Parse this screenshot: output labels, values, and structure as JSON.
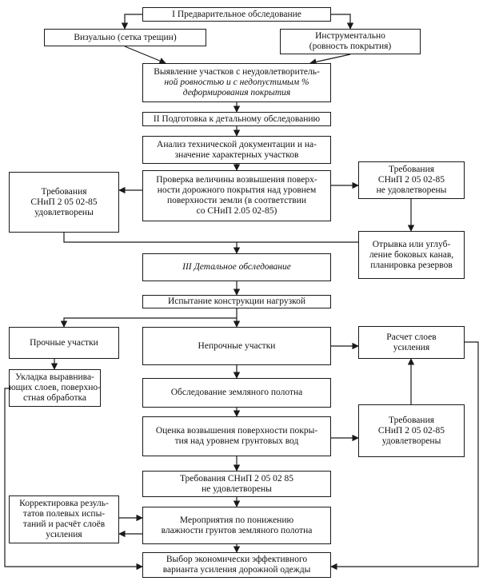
{
  "diagram": {
    "nodes": {
      "stage1": {
        "lines": [
          "I  Предварительное обследование"
        ]
      },
      "visual": {
        "lines": [
          "Визуально (сетка трещин)"
        ]
      },
      "instrumental": {
        "lines": [
          "Инструментально",
          "(ровность покрытия)"
        ]
      },
      "identify": {
        "lines": [
          "Выявление участков с неудовлетворитель-",
          "ной ровностью и с недопустимым %",
          "деформирования покрытия"
        ]
      },
      "stage2": {
        "lines": [
          "II  Подготовка к детальному обследованию"
        ]
      },
      "analysis": {
        "lines": [
          "Анализ технической документации и на-",
          "значение характерных участков"
        ]
      },
      "check_height": {
        "lines": [
          "Проверка величины возвышения поверх-",
          "ности дорожного покрытия над уровнем",
          "поверхности земли (в соответствии",
          "со СНиП 2.05 02-85)"
        ]
      },
      "req_met_1": {
        "lines": [
          "Требования",
          "СНиП 2 05 02-85",
          "удовлетворены"
        ]
      },
      "req_not_met_1": {
        "lines": [
          "Требования",
          "СНиП 2 05 02-85",
          "не удовлетворены"
        ]
      },
      "ditches": {
        "lines": [
          "Отрывка или углуб-",
          "ление боковых канав,",
          "планировка резервов"
        ]
      },
      "stage3": {
        "lines": [
          "III  Детальное обследование"
        ]
      },
      "load_test": {
        "lines": [
          "Испытание конструкции нагрузкой"
        ]
      },
      "strong": {
        "lines": [
          "Прочные участки"
        ]
      },
      "weak": {
        "lines": [
          "Непрочные участки"
        ]
      },
      "calc_layers": {
        "lines": [
          "Расчет слоев",
          "усиления"
        ]
      },
      "leveling": {
        "lines": [
          "Укладка выравнива-",
          "ющих слоев, поверхно-",
          "стная обработка"
        ]
      },
      "subgrade": {
        "lines": [
          "Обследование земляного полотна"
        ]
      },
      "groundwater": {
        "lines": [
          "Оценка возвышения поверхности покры-",
          "тия над  уровнем грунтовых вод"
        ]
      },
      "req_met_2": {
        "lines": [
          "Требования",
          "СНиП 2 05 02-85",
          "удовлетворены"
        ]
      },
      "req_not_met_2": {
        "lines": [
          "Требования СНиП 2 05 02 85",
          "не удовлетворены"
        ]
      },
      "correction": {
        "lines": [
          "Корректировка  резуль-",
          "татов полевых испы-",
          "таний и расчёт слоёв",
          "усиления"
        ]
      },
      "moisture": {
        "lines": [
          "Мероприятия по понижению",
          "влажности грунтов земляного полотна"
        ]
      },
      "choice": {
        "lines": [
          "Выбор экономически эффективного",
          "варианта усиления дорожной одежды"
        ]
      }
    }
  }
}
